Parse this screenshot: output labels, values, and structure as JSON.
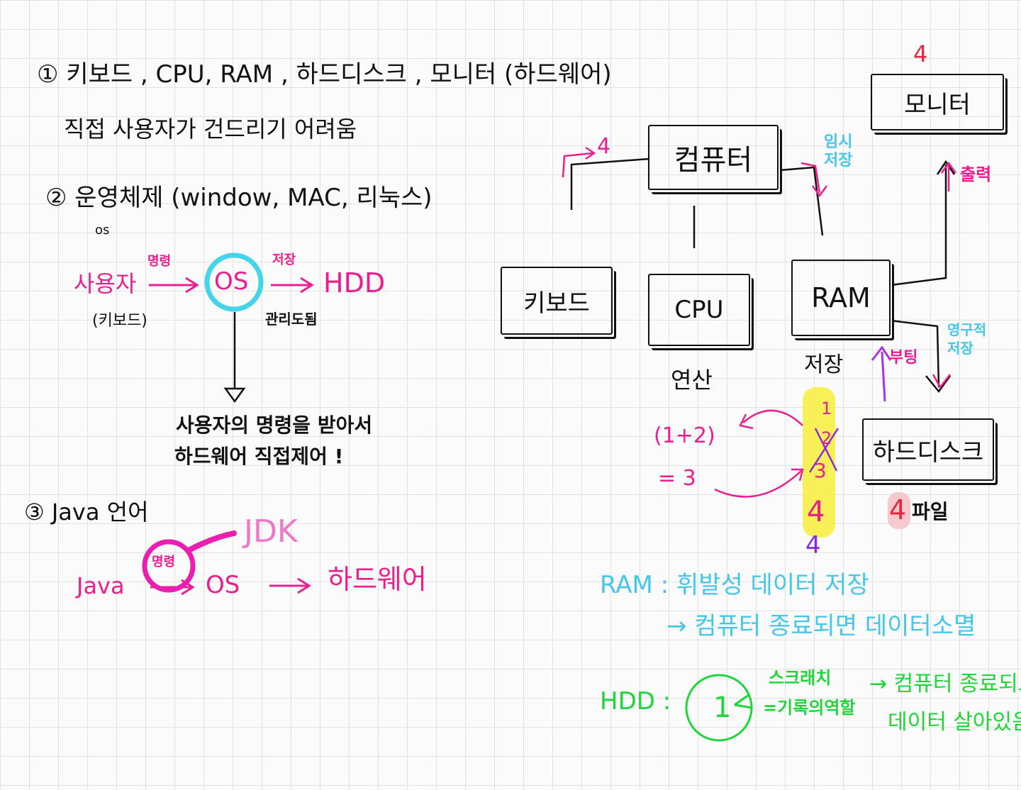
{
  "left": {
    "item1_line1": "① 키보드 , CPU, RAM , 하드디스크 , 모니터 (하드웨어)",
    "item1_line2": "직접 사용자가 건드리기 어려움",
    "item2_line1": "② 운영체제 (window, MAC, 리눅스)",
    "item2_os": "os",
    "user": "사용자",
    "command": "명령",
    "os": "OS",
    "save": "저장",
    "hdd": "HDD",
    "keyboard_paren": "(키보드)",
    "manage": "관리도됨",
    "os_desc1": "사용자의 명령을 받아서",
    "os_desc2": "하드웨어 직접제어 !",
    "item3": "③ Java 언어",
    "jdk": "JDK",
    "java": "Java",
    "command2": "명령",
    "os2": "OS",
    "hardware": "하드웨어"
  },
  "diagram": {
    "monitor_num": "4",
    "monitor": "모니터",
    "computer": "컴퓨터",
    "temp_save": "임시\n저장",
    "num4_left": "4",
    "output": "출력",
    "keyboard": "키보드",
    "cpu": "CPU",
    "ram": "RAM",
    "compute": "연산",
    "store": "저장",
    "booting": "부팅",
    "permanent_save": "영구적\n저장",
    "harddisk": "하드디스크",
    "file_num": "4",
    "file": "파일",
    "stack": [
      "1",
      "2",
      "3",
      "4"
    ],
    "stack_extra": "4",
    "expr1": "(1+2)",
    "expr2": "= 3"
  },
  "notes": {
    "ram_line1": "RAM : 휘발성 데이터 저장",
    "ram_line2": "→ 컴퓨터 종료되면 데이터소멸",
    "hdd_label": "HDD :",
    "hdd_circle": "1",
    "hdd_line1": "스크래치",
    "hdd_line2": "=기록의역할",
    "hdd_line3": "→ 컴퓨터 종료되도",
    "hdd_line4": "데이터 살아있음"
  }
}
